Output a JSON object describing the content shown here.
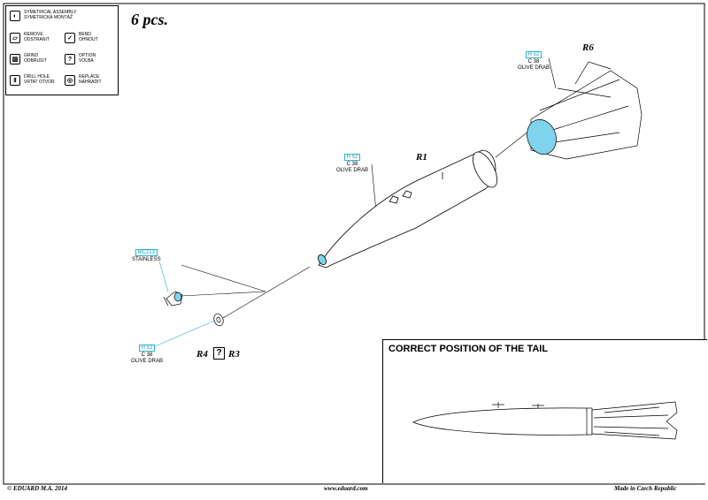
{
  "header": {
    "quantity": "6 pcs."
  },
  "legend": {
    "items": [
      {
        "icon": "symmetrical-assembly-icon",
        "lines": [
          "SYMETRICAL ASSEMBLY",
          "SYMETRICKÁ MONTÁŽ"
        ]
      },
      {
        "icon": "remove-icon",
        "lines": [
          "REMOVE",
          "ODSTRANIT"
        ]
      },
      {
        "icon": "bend-icon",
        "lines": [
          "BEND",
          "OHNOUT"
        ]
      },
      {
        "icon": "grind-icon",
        "lines": [
          "GRIND",
          "ODBRUSIT"
        ]
      },
      {
        "icon": "option-icon",
        "lines": [
          "OPTION",
          "VOLBA"
        ],
        "glyph": "?"
      },
      {
        "icon": "drill-hole-icon",
        "lines": [
          "DRILL HOLE",
          "VRTAT OTVOR"
        ]
      },
      {
        "icon": "replace-icon",
        "lines": [
          "REPLACE",
          "NAHRADIT"
        ]
      }
    ]
  },
  "parts": {
    "r6": "R6",
    "r1": "R1",
    "r4": "R4",
    "r3": "R3",
    "option_glyph": "?"
  },
  "paints": {
    "tail": {
      "code": "H 52",
      "name_line1": "C 38",
      "name_line2": "OLIVE DRAB"
    },
    "body": {
      "code": "H 52",
      "name_line1": "C 38",
      "name_line2": "OLIVE DRAB"
    },
    "fuze": {
      "code": "MC213",
      "name_line1": "STAINLESS"
    },
    "ring": {
      "code": "H 52",
      "name_line1": "C 38",
      "name_line2": "OLIVE DRAB"
    }
  },
  "correct_position": {
    "title": "CORRECT POSITION OF THE TAIL"
  },
  "footer": {
    "left": "© EDUARD  M.A. 2014",
    "center": "www.eduard.com",
    "right": "Made in Czech Republic"
  },
  "colors": {
    "highlight": "#7fd3ec",
    "paint_code": "#1f9cbf"
  }
}
